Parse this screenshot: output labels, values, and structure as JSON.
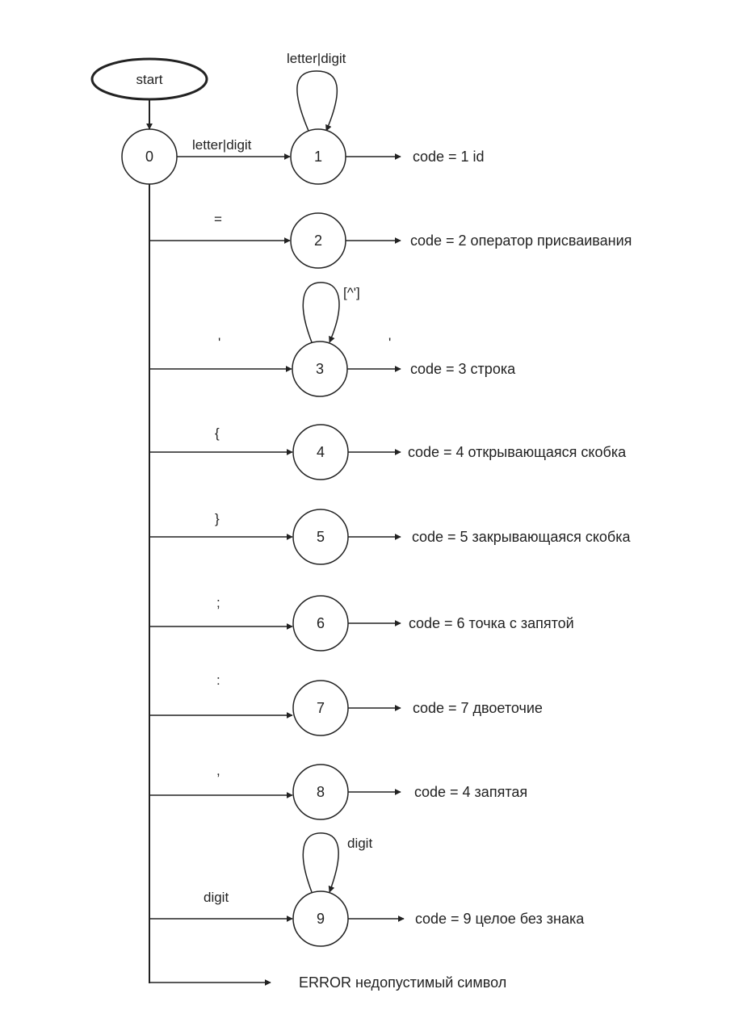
{
  "start": {
    "label": "start"
  },
  "root_state": {
    "label": "0"
  },
  "states": [
    {
      "label": "1",
      "edge_label": "letter|digit",
      "loop_label": "letter|digit",
      "result": "code = 1 id"
    },
    {
      "label": "2",
      "edge_label": "=",
      "result": "code = 2 оператор присваивания"
    },
    {
      "label": "3",
      "edge_label": "'",
      "loop_label": "[^']",
      "after_label": "'",
      "result": "code = 3 строка"
    },
    {
      "label": "4",
      "edge_label": "{",
      "result": "code = 4 открывающаяся скобка"
    },
    {
      "label": "5",
      "edge_label": "}",
      "result": "code = 5 закрывающаяся скобка"
    },
    {
      "label": "6",
      "edge_label": ";",
      "result": "code = 6 точка с запятой"
    },
    {
      "label": "7",
      "edge_label": ":",
      "result": "code = 7 двоеточие"
    },
    {
      "label": "8",
      "edge_label": ",",
      "result": "code = 4 запятая"
    },
    {
      "label": "9",
      "edge_label": "digit",
      "loop_label": "digit",
      "result": "code = 9 целое без знака"
    }
  ],
  "error": {
    "label": "ERROR недопустимый символ"
  },
  "colors": {
    "stroke": "#222222",
    "background": "#ffffff"
  }
}
